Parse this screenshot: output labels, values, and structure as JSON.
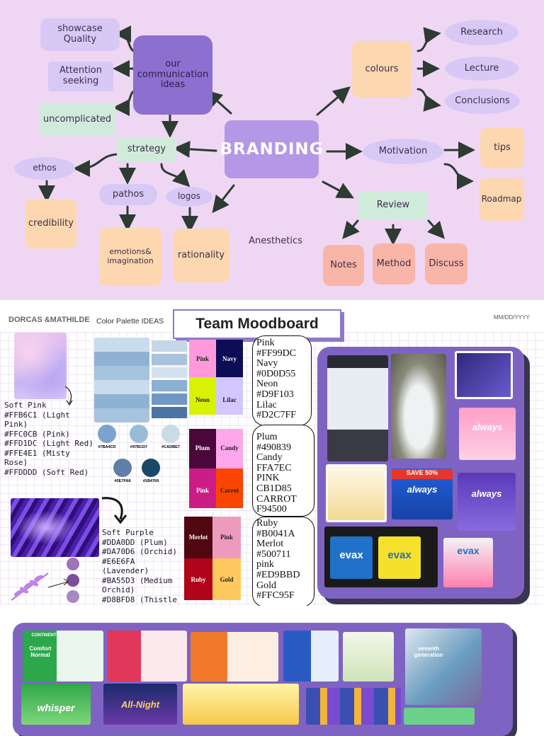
{
  "mindmap": {
    "center": "BRANDING",
    "communication": "our communication ideas",
    "showcase": "showcase Quality",
    "attention": "Attention seeking",
    "uncomplicated": "uncomplicated",
    "strategy": "strategy",
    "ethos": "ethos",
    "pathos": "pathos",
    "logos": "logos",
    "credibility": "credibility",
    "emotions": "emotions& imagination",
    "rationality": "rationality",
    "anesthetics": "Anesthetics",
    "colours": "colours",
    "research": "Research",
    "lecture": "Lecture",
    "conclusions": "Conclusions",
    "motivation": "Motivation",
    "tips": "tips",
    "roadmap": "Roadmap",
    "review": "Review",
    "notes": "Notes",
    "method": "Method",
    "discuss": "Discuss"
  },
  "moodboard": {
    "authors": "DORCAS &MATHILDE",
    "palette_ideas": "Color Palette IDEAS",
    "title": "Team Moodboard",
    "date": "MM/DD/YYYY",
    "soft_pink": "Soft Pink\n#FFB6C1 (Light Pink)\n#FFC0CB (Pink)\n#FFD1DC (Light Red)\n#FFE4E1 (Misty Rose)\n#FFDDDD (Soft Red)",
    "soft_purple": "Soft Purple\n#DDA0DD (Plum)\n#DA70D6 (Orchid)\n#E6E6FA (Lavender)\n#BA55D3 (Medium Orchid)\n#D8BFD8 (Thistle",
    "palette1": "Pink\n#FF99DC\nNavy\n#0D0D55\nNeon\n#D9F103\nLilac\n#D2C7FF",
    "palette2": "Plum\n #490839\n Candy\n FFA7EC\n PINK\n CB1D85\n CARROT\n F94500",
    "palette3": "Ruby\n #B0041A\n Merlot\n #500711\n pink\n #ED9BBD\n Gold\n #FFC95F",
    "blue_codes": [
      "#7BA4CD",
      "#97BCD7",
      "#CADBE7",
      "#5E7FA8",
      "#1B4769"
    ],
    "card1": [
      "Pink",
      "Navy",
      "Neon",
      "Lilac"
    ],
    "card2": [
      "Plum",
      "Candy",
      "Pink",
      "Carrot"
    ],
    "card3": [
      "Merlot",
      "Pink",
      "Ruby",
      "Gold"
    ],
    "brands": {
      "always": "always",
      "evax": "evax",
      "continente": "CONTINENTE",
      "comfort_normal": "Comfort Normal",
      "whisper": "whisper",
      "all_night": "All-Night",
      "seventh": "seventh generation",
      "promo": "SAVE 50%"
    }
  }
}
